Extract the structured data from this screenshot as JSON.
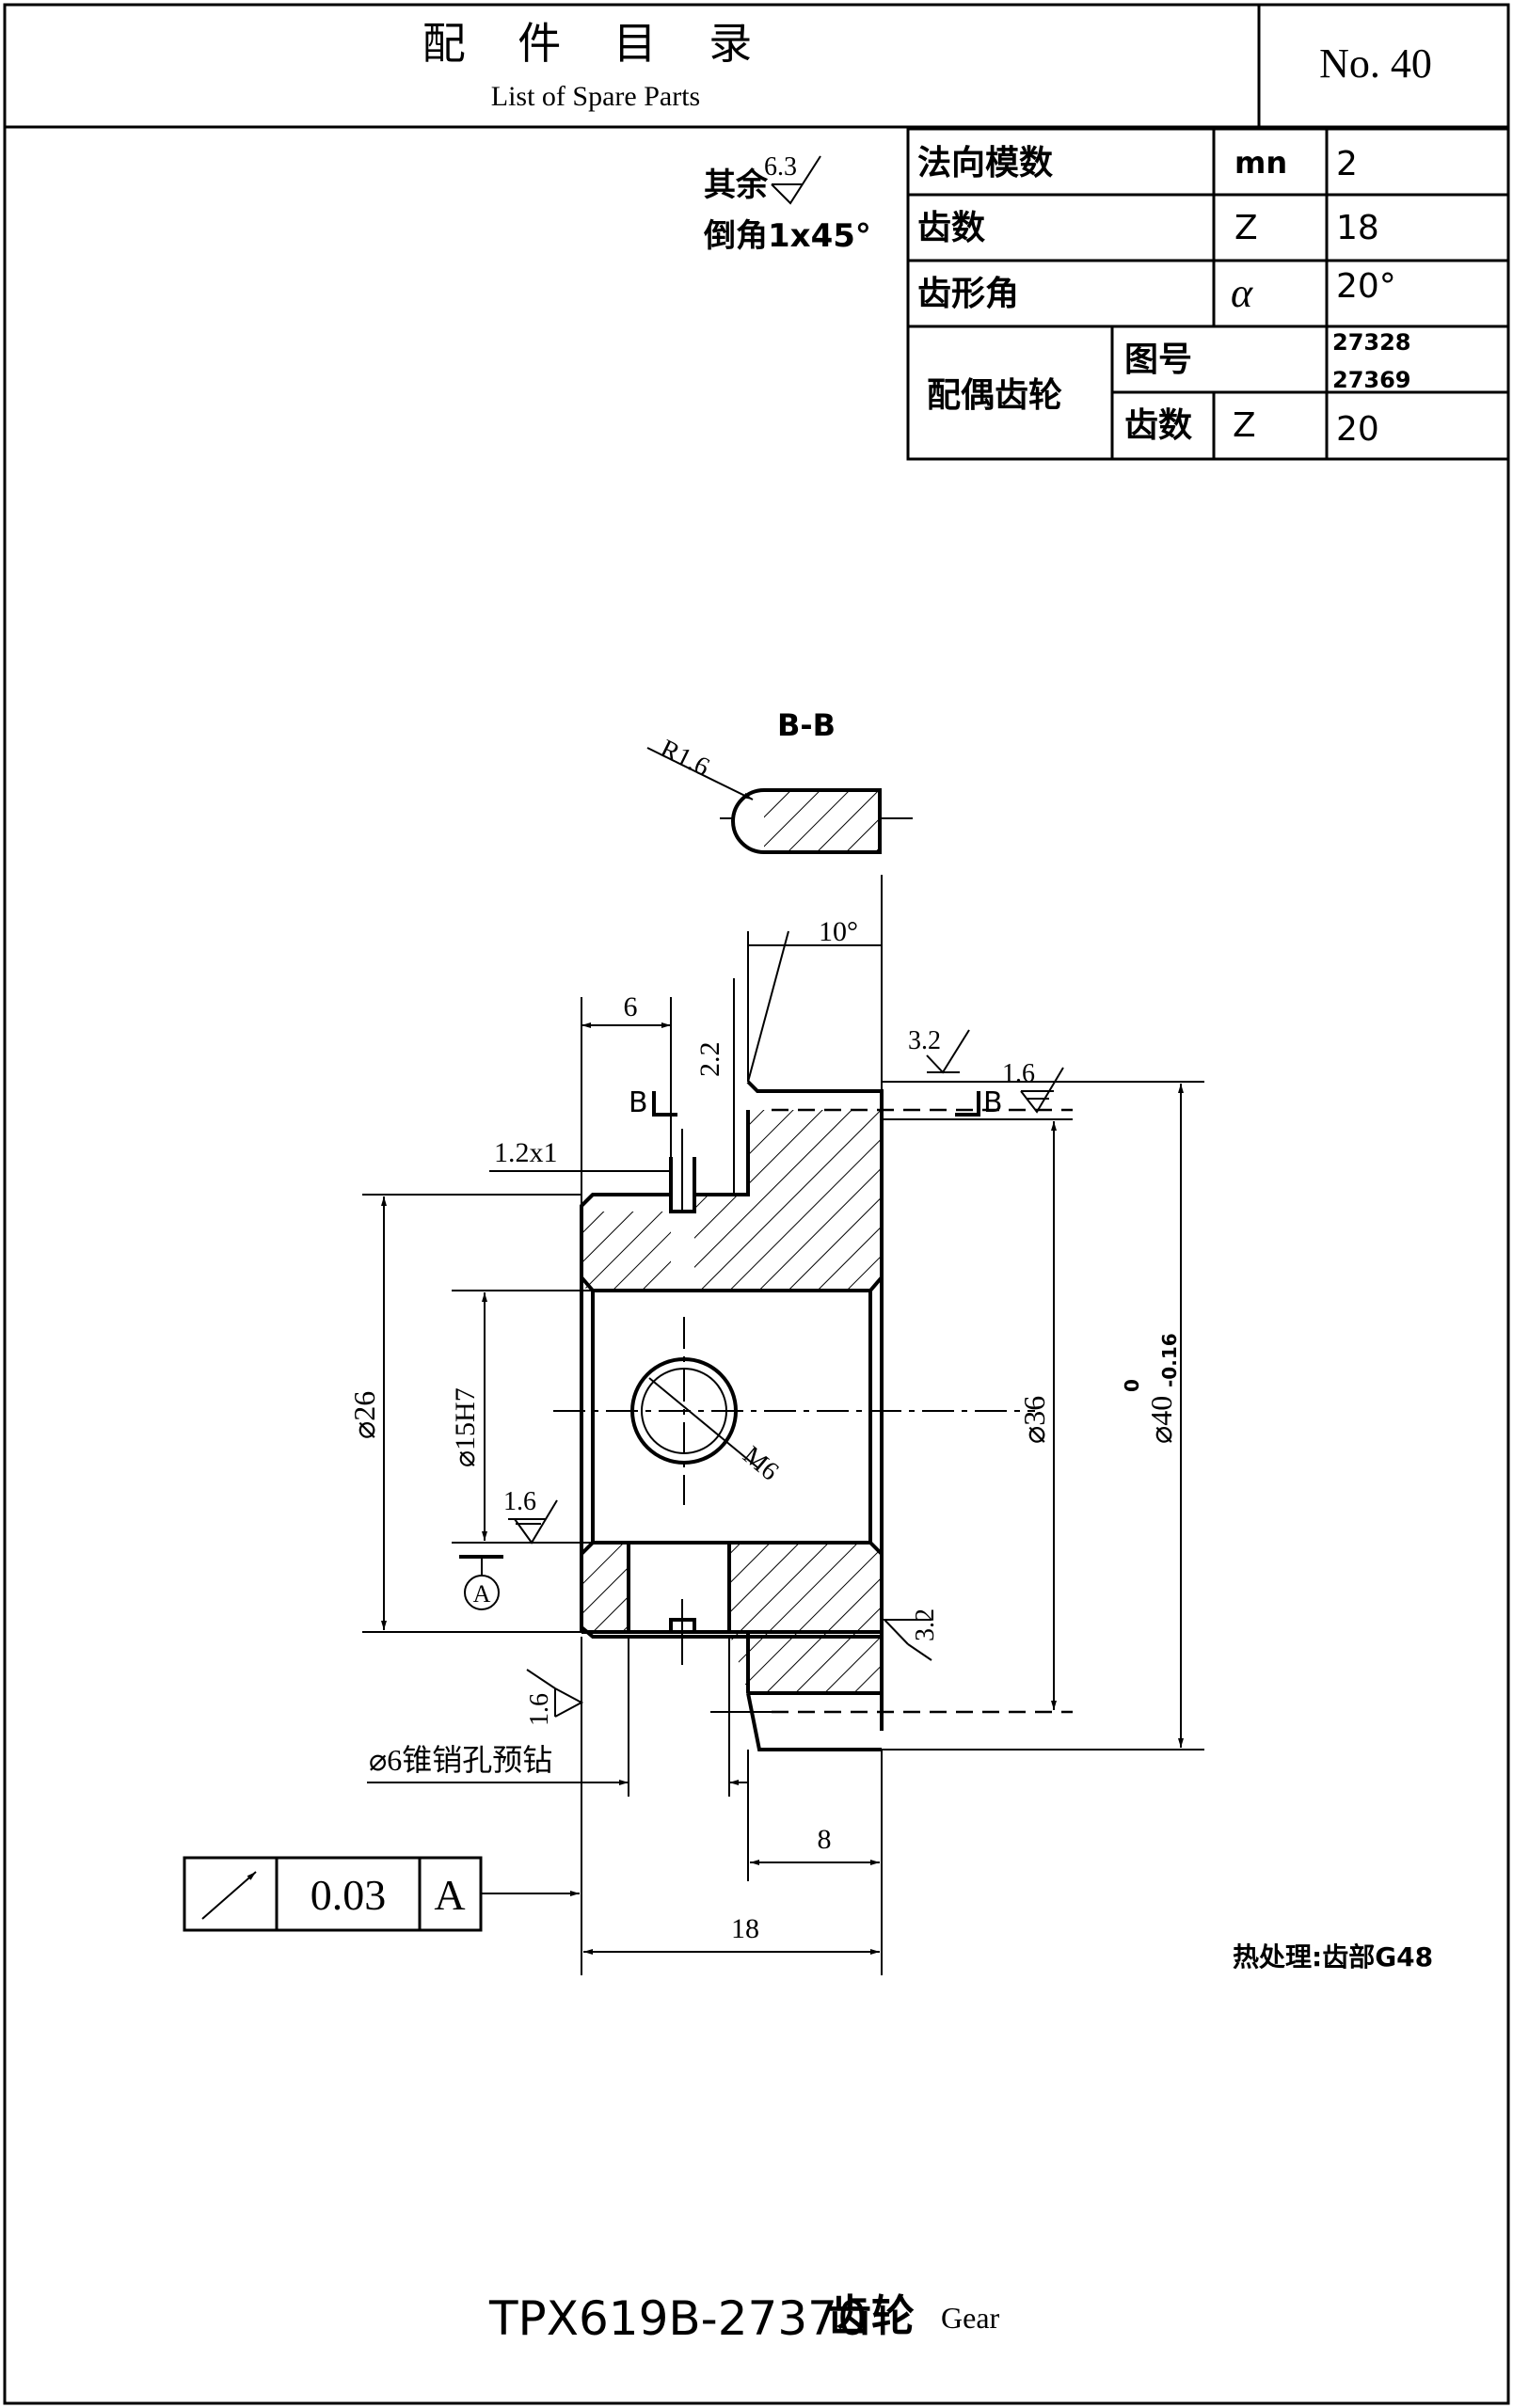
{
  "header": {
    "title_cn": "配 件 目 录",
    "title_en": "List of Spare Parts",
    "page_no": "No. 40"
  },
  "notes": {
    "rest_label": "其余",
    "rest_value": "6.3",
    "chamfer": "倒角1x45°"
  },
  "params_table": [
    {
      "name": "法向模数",
      "symbol": "mn",
      "value": "2"
    },
    {
      "name": "齿数",
      "symbol": "Z",
      "value": "18"
    },
    {
      "name": "齿形角",
      "symbol": "α",
      "value": "20°"
    }
  ],
  "mating_gear": {
    "label": "配偶齿轮",
    "drawing_no_label": "图号",
    "drawing_no_1": "27328",
    "drawing_no_2": "27369",
    "teeth_label": "齿数",
    "teeth_symbol": "Z",
    "teeth_value": "20"
  },
  "drawing": {
    "section_label": "B-B",
    "radius": "R1.6",
    "angle": "10°",
    "dim_6": "6",
    "dim_2_2": "2.2",
    "section_b_left": "B",
    "section_b_right": "B",
    "chamfer_groove": "1.2x1",
    "roughness_3_2_top": "3.2",
    "roughness_1_6_top": "1.6",
    "roughness_1_6_left": "1.6",
    "roughness_3_2_right": "3.2",
    "roughness_1_6_bottom": "1.6",
    "dia_26": "⌀26",
    "dia_15h7": "⌀15H7",
    "thread": "M6",
    "dia_36": "⌀36",
    "dia_40": "⌀40",
    "dia_40_upper": "0",
    "dia_40_lower": "-0.16",
    "datum_a": "A",
    "pin_hole": "⌀6锥销孔预钻",
    "dim_8": "8",
    "dim_18": "18",
    "runout_value": "0.03",
    "runout_datum": "A",
    "heat_treatment": "热处理:齿部G48"
  },
  "footer": {
    "part_code": "TPX619B-27370",
    "part_name_cn": "齿轮",
    "part_name_en": "Gear"
  }
}
